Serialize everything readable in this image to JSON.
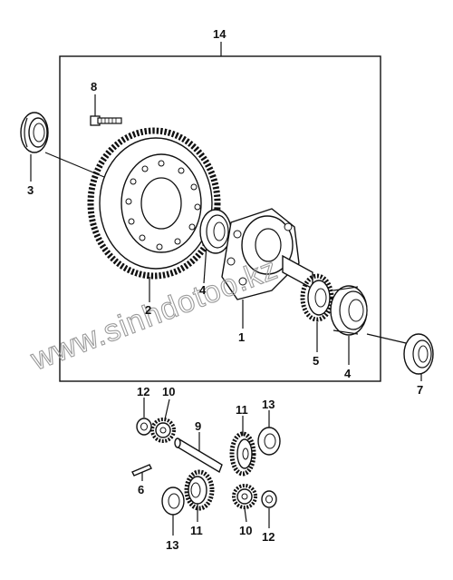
{
  "callouts": {
    "c14": "14",
    "c8": "8",
    "c3": "3",
    "c2": "2",
    "c4a": "4",
    "c1": "1",
    "c5": "5",
    "c4b": "4",
    "c7": "7",
    "c12a": "12",
    "c10a": "10",
    "c9": "9",
    "c11a": "11",
    "c13a": "13",
    "c6": "6",
    "c11b": "11",
    "c13b": "13",
    "c10b": "10",
    "c12b": "12"
  },
  "watermark": "www.sinhdotoo.kz"
}
